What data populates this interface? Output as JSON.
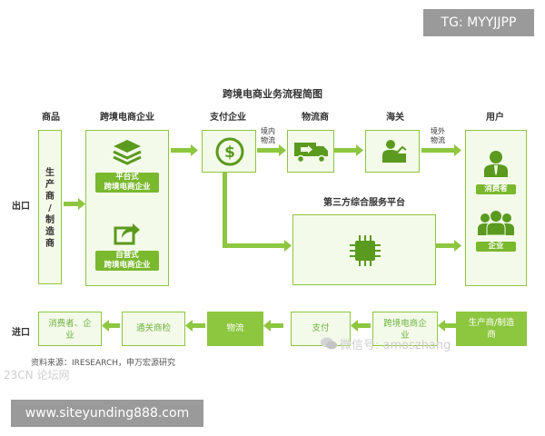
{
  "tag": "TG: MYYJJPP",
  "url": "www.siteyunding888.com",
  "title": "跨境电商业务流程简图",
  "columns": {
    "goods": "商品",
    "cbe": "跨境电商企业",
    "pay": "支付企业",
    "logistics": "物流商",
    "customs": "海关",
    "user": "用户"
  },
  "rows": {
    "export": "出口",
    "import": "进口"
  },
  "producer_vertical": [
    "生",
    "产",
    "商",
    "/",
    "制",
    "造",
    "商"
  ],
  "platform_label": [
    "平台式",
    "跨境电商企业"
  ],
  "self_label": [
    "自营式",
    "跨境电商企业"
  ],
  "domestic": [
    "境内",
    "物流"
  ],
  "overseas": [
    "境外",
    "物流"
  ],
  "third_party": "第三方综合服务平台",
  "consumer": "消费者",
  "enterprise": "企业",
  "import_flow": {
    "consumer_enterprise": [
      "消费者、企",
      "业"
    ],
    "customs_inspection": "通关商检",
    "logistics": "物流",
    "payment": "支付",
    "cbe": [
      "跨境电商企",
      "业"
    ],
    "producer": [
      "生产商/制造",
      "商"
    ]
  },
  "watermark_wechat": "微信号: amoszhang",
  "watermark_site": "23CN 论坛网",
  "source": "资料来源：IRESEARCH，申万宏源研究",
  "colors": {
    "accent": "#8dc63f",
    "accent_dark": "#5a9a1e",
    "box_bg": "#f4fae9"
  }
}
